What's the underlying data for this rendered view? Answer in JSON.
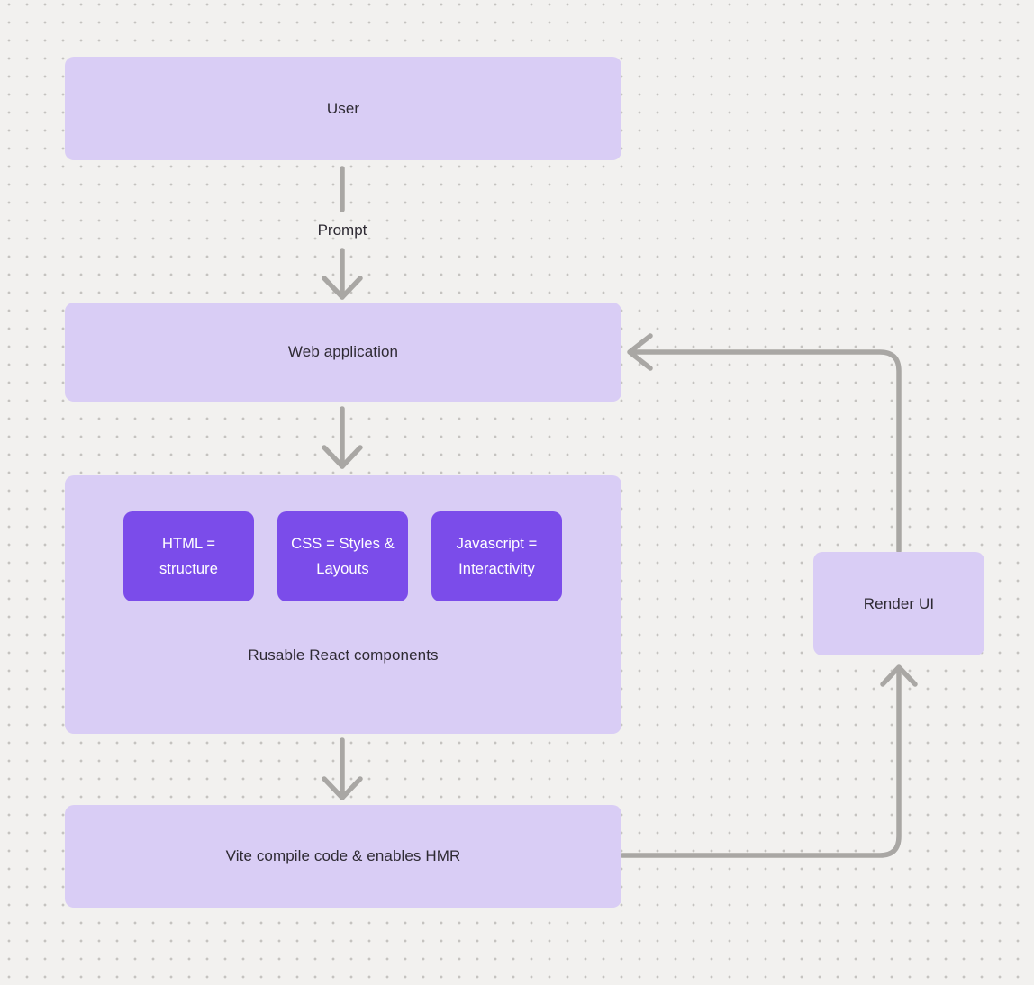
{
  "diagram": {
    "colors": {
      "background": "#f2f1ef",
      "grid_dot": "#c5c3c0",
      "node_fill": "#d9cdf5",
      "accent_fill": "#7b4cea",
      "connector": "#a9a7a4",
      "text_dark": "#2e2a33",
      "text_light": "#ffffff"
    },
    "nodes": {
      "user": {
        "label": "User"
      },
      "web_application": {
        "label": "Web application"
      },
      "components_group": {
        "caption": "Rusable React components",
        "children": [
          {
            "label": "HTML = structure"
          },
          {
            "label": "CSS = Styles & Layouts"
          },
          {
            "label": "Javascript = Interactivity"
          }
        ]
      },
      "vite": {
        "label": "Vite compile code & enables HMR"
      },
      "render_ui": {
        "label": "Render UI"
      }
    },
    "edges": {
      "prompt_label": "Prompt"
    }
  }
}
